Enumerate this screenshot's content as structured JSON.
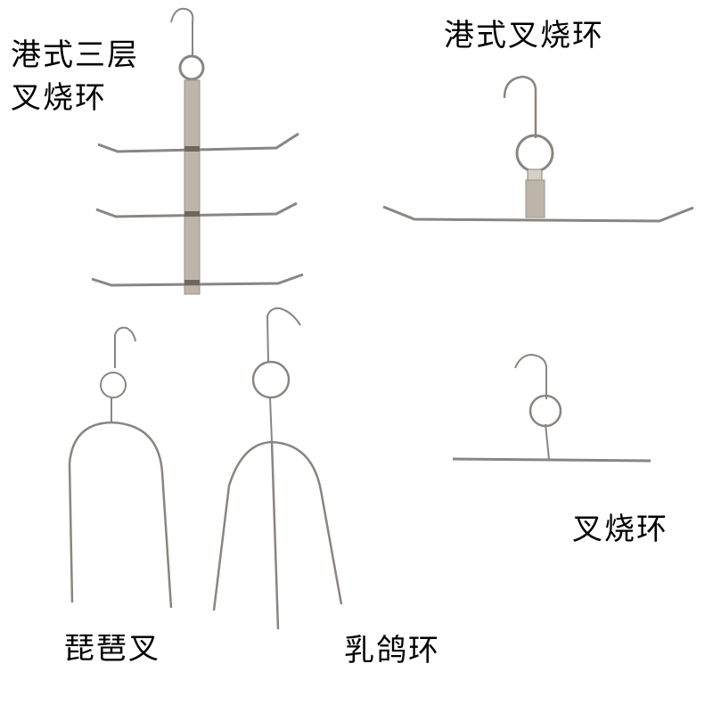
{
  "products": [
    {
      "id": "hk-three-tier",
      "label_lines": [
        "港式三层",
        "叉烧环"
      ]
    },
    {
      "id": "hk-char-siu",
      "label_lines": [
        "港式叉烧环"
      ]
    },
    {
      "id": "pipa-fork",
      "label_lines": [
        "琵琶叉"
      ]
    },
    {
      "id": "pigeon-ring",
      "label_lines": [
        "乳鸽环"
      ]
    },
    {
      "id": "char-siu",
      "label_lines": [
        "叉烧环"
      ]
    }
  ],
  "colors": {
    "background": "#ffffff",
    "text": "#000000",
    "metal": "#8a8580",
    "metal_light": "#c9c3ba",
    "metal_plate": "#bdb5a9"
  }
}
